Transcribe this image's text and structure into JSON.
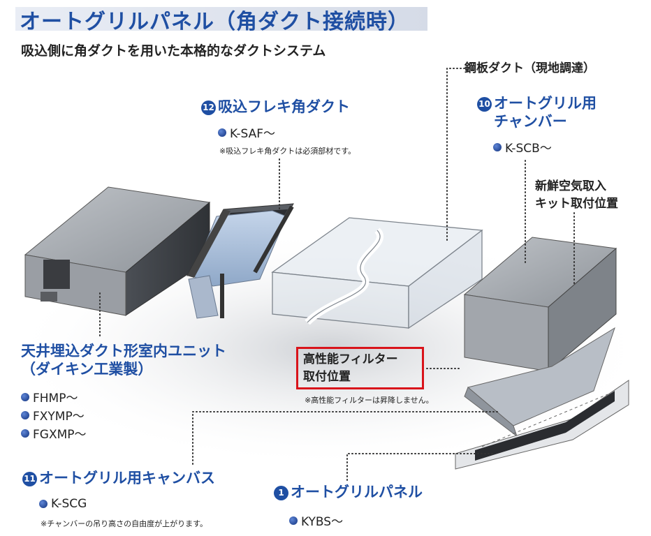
{
  "header": {
    "title": "オートグリルパネル（角ダクト接続時）",
    "subtitle": "吸込側に角ダクトを用いた本格的なダクトシステム"
  },
  "callouts": {
    "steel_duct": "鋼板ダクト（現地調達）",
    "flex_duct": {
      "number": "12",
      "name": "吸込フレキ角ダクト",
      "code": "K-SAF～",
      "note": "※吸込フレキ角ダクトは必須部材です。"
    },
    "chamber": {
      "number": "10",
      "name_line1": "オートグリル用",
      "name_line2": "チャンバー",
      "code": "K-SCB～"
    },
    "fresh_air": {
      "line1": "新鮮空気取入",
      "line2": "キット取付位置"
    },
    "indoor_unit": {
      "line1": "天井埋込ダクト形室内ユニット",
      "line2": "（ダイキン工業製）",
      "codes": [
        "FHMP～",
        "FXYMP～",
        "FGXMP～"
      ]
    },
    "filter": {
      "line1": "高性能フィルター",
      "line2": "取付位置",
      "note": "※高性能フィルターは昇降しません。"
    },
    "canvas": {
      "number": "11",
      "name": "オートグリル用キャンバス",
      "code": "K-SCG",
      "note": "※チャンバーの吊り高さの自由度が上がります。"
    },
    "panel": {
      "number": "1",
      "name": "オートグリルパネル",
      "code": "KYBS～"
    }
  },
  "colors": {
    "accent": "#1f4fa3",
    "highlight": "#d9141b"
  }
}
